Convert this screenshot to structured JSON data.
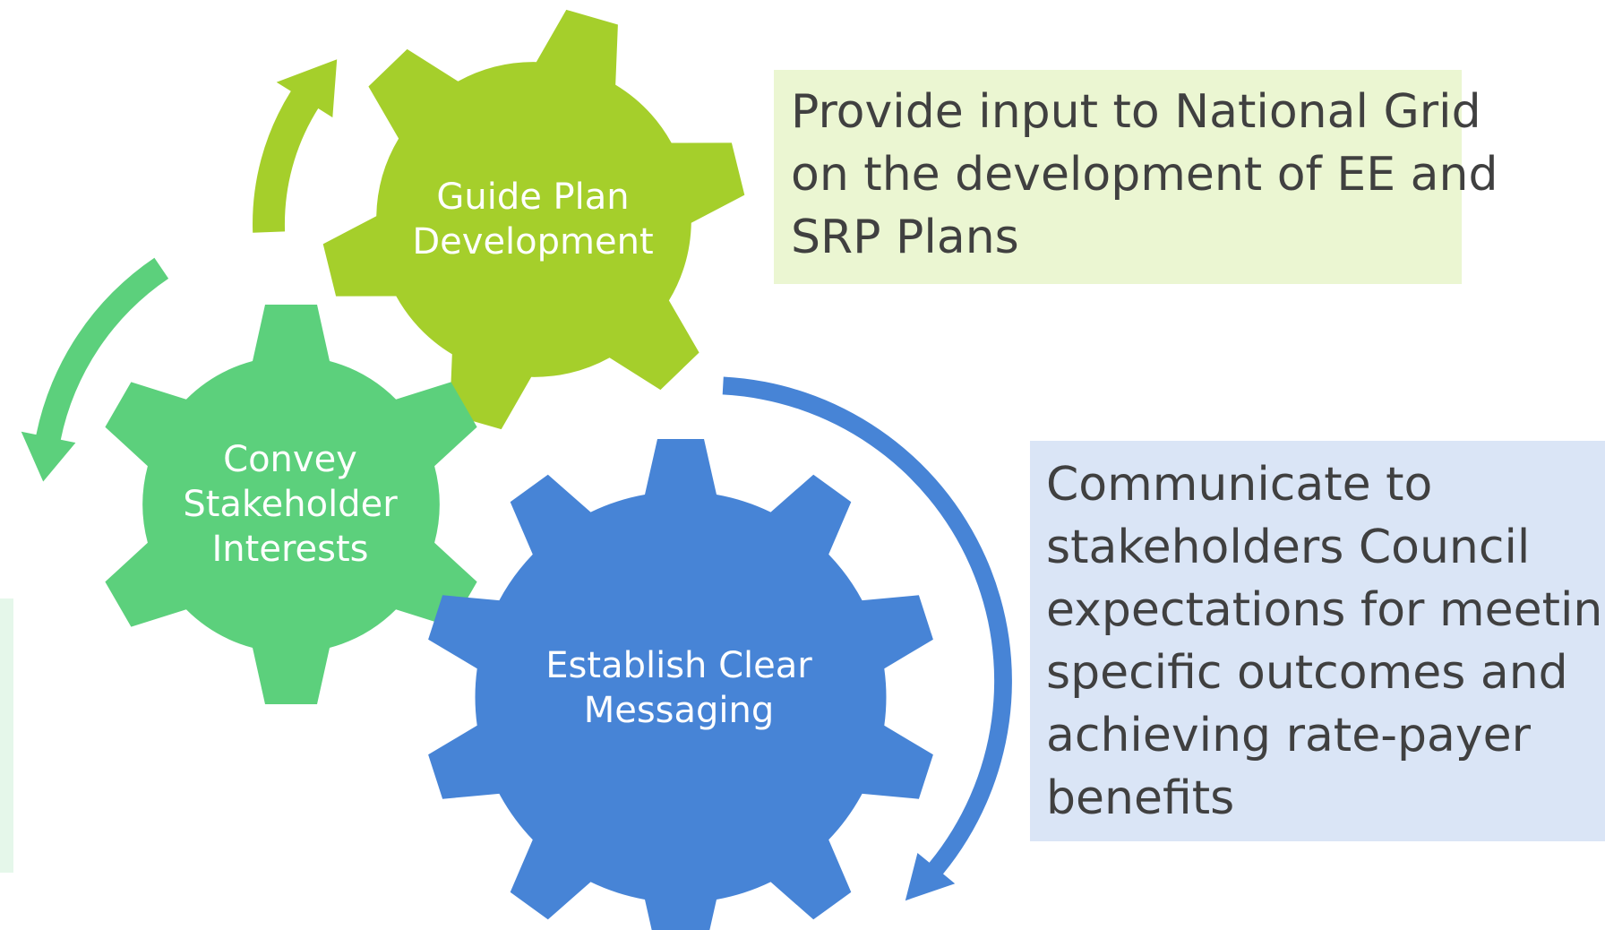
{
  "colors": {
    "gear_plan": "#a5cf2b",
    "gear_stakeholder": "#5cd07c",
    "gear_messaging": "#4784d6",
    "callout_plan_bg": "#ebf6d2",
    "callout_messaging_bg": "#dae5f6",
    "callout_stakeholder_bg": "#e5f7ea",
    "callout_text": "#404040",
    "label_text": "#ffffff"
  },
  "gears": {
    "plan": {
      "lines": [
        "Guide Plan",
        "Development"
      ]
    },
    "stakeholder": {
      "lines": [
        "Convey",
        "Stakeholder",
        "Interests"
      ]
    },
    "messaging": {
      "lines": [
        "Establish Clear",
        "Messaging"
      ]
    }
  },
  "callouts": {
    "plan": {
      "lines": [
        "Provide input to National Grid",
        "on the development of EE and",
        "SRP Plans"
      ]
    },
    "messaging": {
      "lines": [
        "Communicate to",
        "stakeholders Council",
        "expectations for meeting",
        "specific outcomes and",
        "achieving rate-payer",
        "benefits"
      ]
    }
  }
}
